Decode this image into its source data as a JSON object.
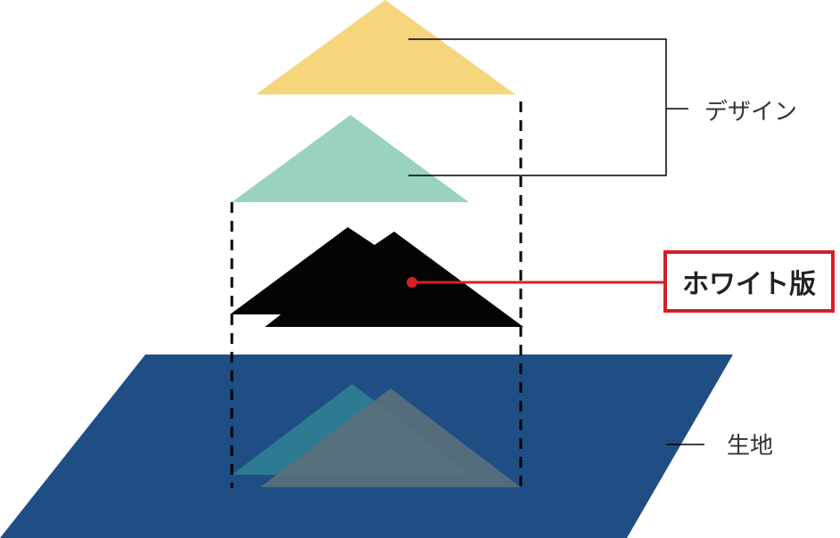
{
  "labels": {
    "design": "デザイン",
    "white_plate": "ホワイト版",
    "fabric": "生地"
  },
  "colors": {
    "design_top": "#f6d57c",
    "design_middle": "#99d3be",
    "white_plate": "#050303",
    "fabric": "#1f4e85",
    "accent": "#d42027"
  }
}
